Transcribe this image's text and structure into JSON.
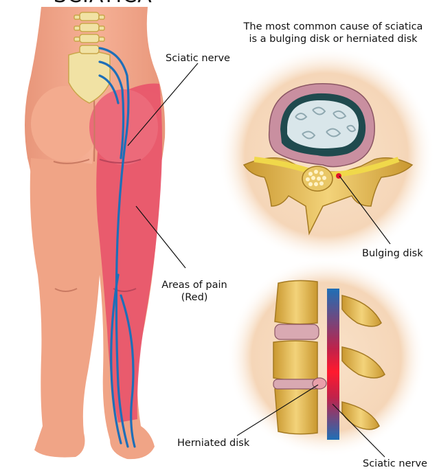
{
  "title": "SCIATICA",
  "caption": {
    "line1": "The most common cause of sciatica",
    "line2": "is a bulging disk or herniated disk"
  },
  "labels": {
    "sciatic_nerve": "Sciatic nerve",
    "areas_of_pain_line1": "Areas of pain",
    "areas_of_pain_line2": "(Red)",
    "bulging_disk": "Bulging disk",
    "herniated_disk": "Herniated disk",
    "sciatic_nerve_bottom": "Sciatic nerve"
  },
  "colors": {
    "skin": "#f2a889",
    "pain_red": "#e8556b",
    "nerve_blue": "#1e6fb8",
    "spine_yellow": "#e8c766",
    "circle_bg": "#f7dcc2"
  }
}
